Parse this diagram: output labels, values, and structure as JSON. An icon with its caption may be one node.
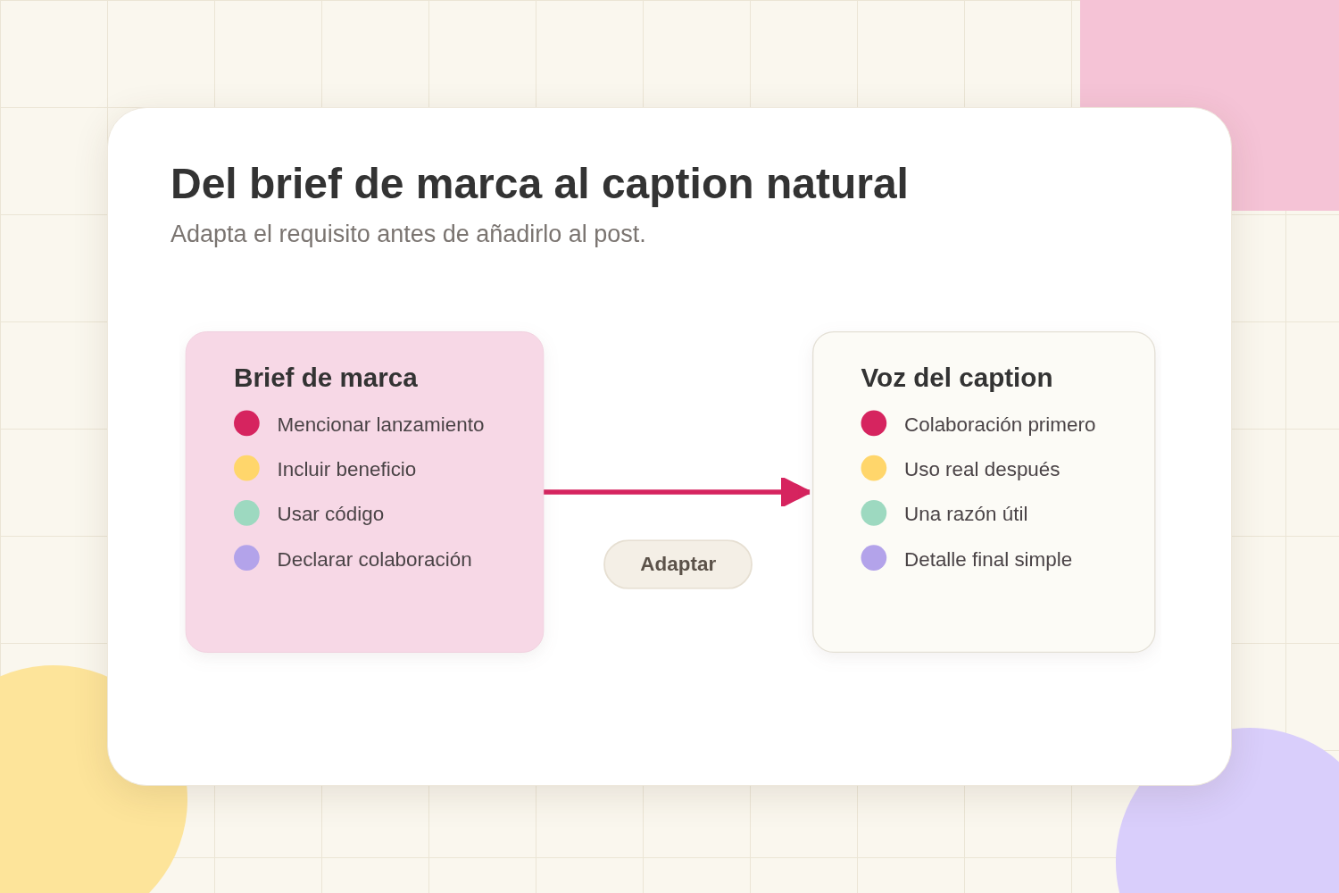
{
  "diagram": {
    "title": "Del brief de marca al caption natural",
    "nodes": [
      {
        "text": [
          "Brief de marca",
          "Mencionar lanzamiento",
          "Incluir beneficio",
          "Usar código",
          "Declarar colaboración"
        ]
      },
      {
        "text": [
          "Voz del caption",
          "Colaboración primero",
          "Uso real después",
          "Una razón útil",
          "Detalle final simple"
        ]
      }
    ],
    "edges": [
      {
        "from": 0,
        "to": 1,
        "arrow": "to",
        "label": "Adaptar",
        "color": "#d6245f"
      }
    ],
    "labels": [
      "Adapta el requisito antes de añadirlo al post."
    ]
  }
}
